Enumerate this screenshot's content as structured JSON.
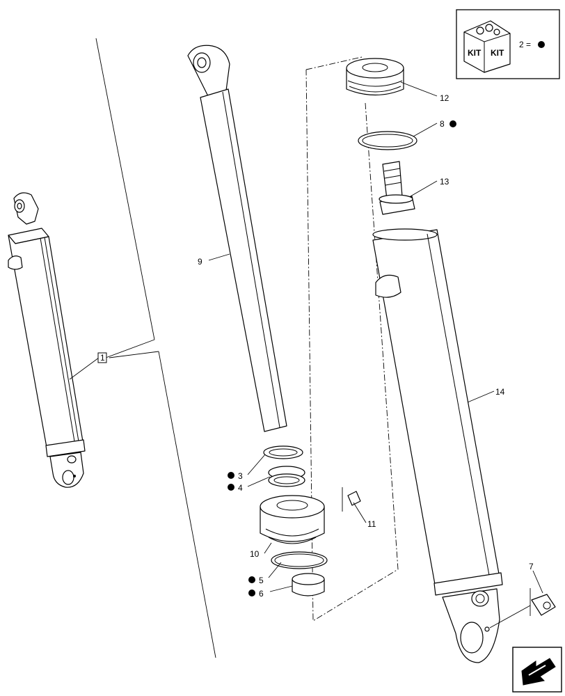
{
  "kit_box": {
    "kit_text_1": "KIT",
    "kit_text_2": "KIT",
    "legend": "2 ="
  },
  "callouts": {
    "c1": "1",
    "c3": "3",
    "c4": "4",
    "c5": "5",
    "c6": "6",
    "c7": "7",
    "c8": "8",
    "c9": "9",
    "c10": "10",
    "c11": "11",
    "c12": "12",
    "c13": "13",
    "c14": "14"
  },
  "kit_marked_items": [
    "3",
    "4",
    "5",
    "6",
    "8"
  ]
}
